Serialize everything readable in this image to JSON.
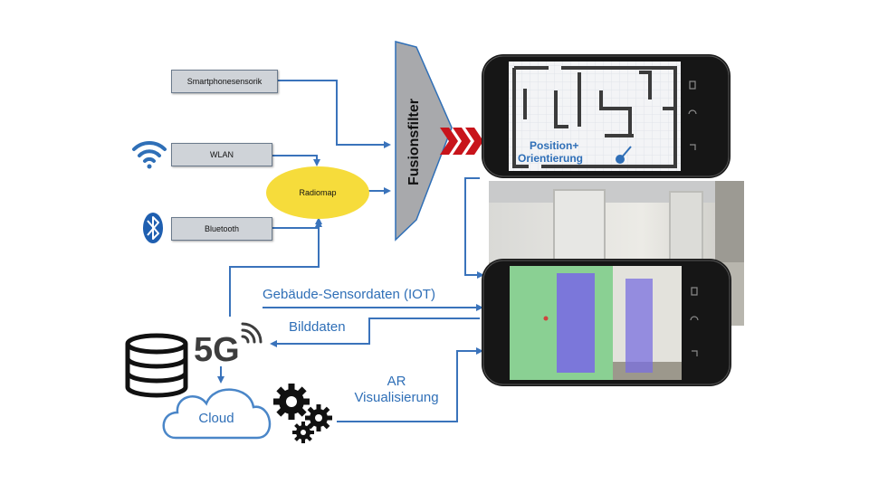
{
  "inputs": {
    "smartphone_sensors": "Smartphonesensorik",
    "wlan": "WLAN",
    "bluetooth": "Bluetooth",
    "radiomap": "Radiomap"
  },
  "fusion_filter": "Fusionsfilter",
  "phone_top": {
    "overlay_line1": "Position+",
    "overlay_line2": "Orientierung"
  },
  "network": {
    "label_5g": "5G",
    "cloud": "Cloud"
  },
  "flows": {
    "building_sensor_data": "Gebäude-Sensordaten (IOT)",
    "image_data": "Bilddaten",
    "ar_line1": "AR",
    "ar_line2": "Visualisierung"
  },
  "colors": {
    "arrow_blue": "#3a73bb",
    "radiomap_fill": "#f6dc3b",
    "fusion_fill": "#a8a9ac",
    "chevron_red": "#c8141b",
    "green_overlay": "#7ed08a",
    "purple_overlay": "#7a6fe0"
  },
  "icons": [
    "wifi-icon",
    "bluetooth-icon",
    "database-icon",
    "signal-waves-icon",
    "cloud-icon",
    "gears-icon",
    "compass-marker-icon"
  ]
}
